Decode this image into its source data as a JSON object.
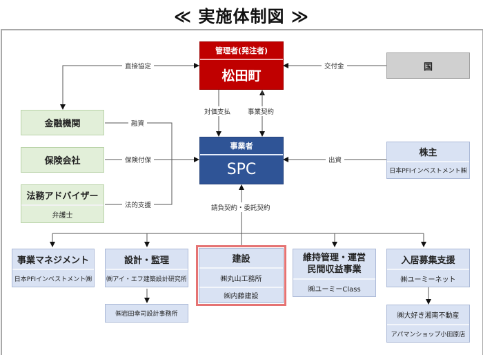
{
  "title": "≪ 実施体制図 ≫",
  "owner": {
    "header": "管理者(発注者)",
    "name": "松田町"
  },
  "government": {
    "name": "国"
  },
  "spc": {
    "header": "事業者",
    "name": "SPC"
  },
  "left_parties": [
    {
      "name": "金融機関",
      "relation": "融資"
    },
    {
      "name": "保険会社",
      "relation": "保険付保"
    },
    {
      "name": "法務アドバイザー",
      "sub": "弁護士",
      "relation": "法的支援"
    }
  ],
  "shareholder": {
    "name": "株主",
    "sub": "日本PFIインベストメント㈱",
    "relation": "出資"
  },
  "edge_labels": {
    "direct_agreement": "直接協定",
    "subsidy": "交付金",
    "payment": "対価支払",
    "project_contract": "事業契約",
    "subcontract": "請負契約・委託契約"
  },
  "contractors": [
    {
      "name": "事業マネジメント",
      "companies": [
        "日本PFIインベストメント㈱"
      ]
    },
    {
      "name": "設計・監理",
      "companies": [
        "㈱アイ・エフ建築設計研究所"
      ],
      "sub_company": "㈱岩田幸司設計事務所"
    },
    {
      "name": "建設",
      "companies": [
        "㈱丸山工務所",
        "㈱内藤建設"
      ],
      "highlighted": true
    },
    {
      "name_lines": [
        "維持管理・運営",
        "民間収益事業"
      ],
      "companies": [
        "㈱ユーミーClass"
      ]
    },
    {
      "name": "入居募集支援",
      "companies": [
        "㈱ユーミーネット"
      ],
      "sub_company_lines": [
        "㈱大好き湘南不動産",
        "アパマンショップ小田原店"
      ]
    }
  ],
  "colors": {
    "owner": "#c00000",
    "spc": "#2f5496",
    "government": "#d0d0d0",
    "finance": "#e2efd9",
    "contractor": "#d9e2f3",
    "highlight": "#e57373"
  }
}
